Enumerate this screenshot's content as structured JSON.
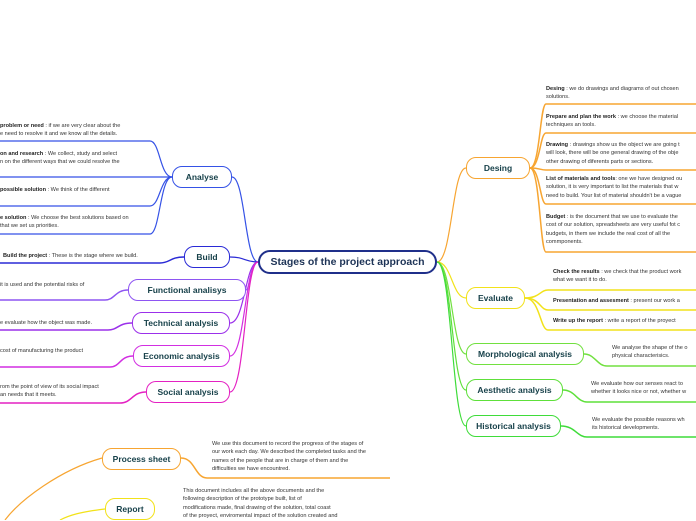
{
  "central": "Stages of the project approach",
  "left": {
    "analyse": {
      "label": "Analyse",
      "color": "#3552e6",
      "leaves": [
        {
          "title": "problem or need",
          "text": " : if we are very clear about the",
          "line2": "e need to resolve it and we know all the details."
        },
        {
          "title": "on and research",
          "text": " : We collect, study and select",
          "line2": "n on the different ways that we could resolve the"
        },
        {
          "title": "possible solution",
          "text": " : We think of the different",
          "line2": ""
        },
        {
          "title": "e solution",
          "text": " : We choose the best solutions based on",
          "line2": "that we set us priorities."
        }
      ]
    },
    "build": {
      "label": "Build",
      "color": "#2a2ad6",
      "leaf": {
        "title": "Build the project",
        "text": " : These is the stage where we build."
      }
    },
    "functional": {
      "label": "Functional analisys",
      "color": "#8e55f2",
      "leaf": "it is used and the potential risks of"
    },
    "technical": {
      "label": "Technical analysis",
      "color": "#9b30ea",
      "leaf": "e evaluate how the object was made."
    },
    "economic": {
      "label": "Economic analysis",
      "color": "#d22fe2",
      "leaf": "cost of manufacturing the product"
    },
    "social": {
      "label": "Social analysis",
      "color": "#e421c2",
      "leaf": "rom the point of view of its social impact",
      "leaf2": "an needs that it meets."
    }
  },
  "right": {
    "desing": {
      "label": "Desing",
      "color": "#f7a531",
      "leaves": [
        {
          "title": "Desing",
          "text": " : we do drawings and diagrams of out chosen",
          "line2": "solutions."
        },
        {
          "title": "Prepare and plan the work",
          "text": " : we choose the material",
          "line2": "techniques an tools."
        },
        {
          "title": "Drawing ",
          "text": ": drawings show us the object we are going t",
          "line2": "will look, there will be one general drawing of the obje",
          "line3": "other drawing of diferents parts or sections."
        },
        {
          "title": "List of materials and tools",
          "text": ": one we have designed ou",
          "line2": "solution, it is very important to list the materials that w",
          "line3": "need to build. Your list of material shouldn't be a vague"
        },
        {
          "title": "Budget",
          "text": " : is the document that we use to evaluate the",
          "line2": "cost of our solution, spreadsheets are very useful fot c",
          "line3": "budgets, in them we include the real cost of all the",
          "line4": "commponents."
        }
      ]
    },
    "evaluate": {
      "label": "Evaluate",
      "color": "#f2e21a",
      "leaves": [
        {
          "title": "Check the results",
          "text": "  : we check that the product work",
          "line2": "what we want it to do."
        },
        {
          "title": "Presentation and assesment",
          "text": " :  present our work a",
          "line2": ""
        },
        {
          "title": "Write up the report",
          "text": " :  write a report of the proyect",
          "line2": ""
        }
      ]
    },
    "morphological": {
      "label": "Morphological analysis",
      "color": "#72e040",
      "leaf": "We analyse the shape of the o",
      "leaf2": "physical characterisics."
    },
    "aesthetic": {
      "label": "Aesthetic analysis",
      "color": "#5ee03a",
      "leaf": "We evaluate how our senses react to",
      "leaf2": "whether it looks nice or not, whether w"
    },
    "historical": {
      "label": "Historical analysis",
      "color": "#3fdc3a",
      "leaf": "We evaluate the possible reasons wh",
      "leaf2": "its historical developments."
    }
  },
  "bottom": {
    "process": {
      "label": "Process sheet",
      "color": "#f7a531",
      "lines": [
        "We  use this document to record the progress of the stages of",
        "our work each day. We described the completed tasks and the",
        "names of the people that are in charge of them and the",
        "difficulties we have encountred."
      ]
    },
    "report": {
      "label": "Report",
      "color": "#f2e21a",
      "lines": [
        "This document includes all the above documents and the",
        "following description of the prototype built, list of",
        "modifications made, final drawing of the solution, total coast",
        "of the proyect, enviromental impact of the solution created and"
      ]
    }
  }
}
